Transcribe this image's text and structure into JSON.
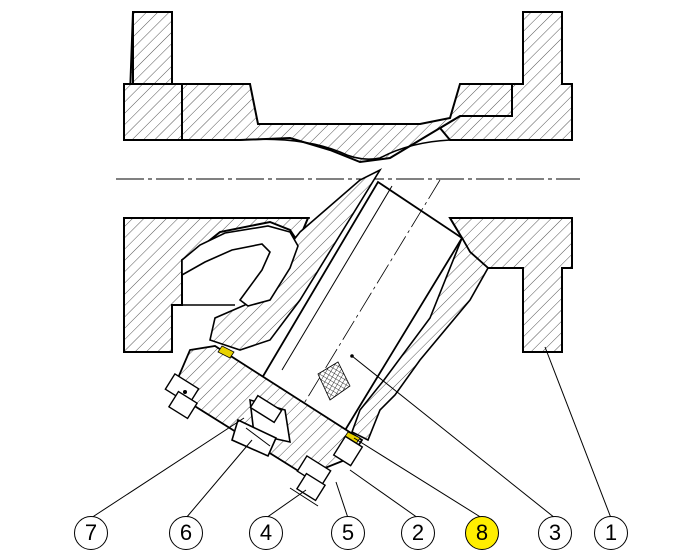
{
  "figure": {
    "part_labels": [
      {
        "id": "7",
        "text": "7",
        "highlighted": false
      },
      {
        "id": "6",
        "text": "6",
        "highlighted": false
      },
      {
        "id": "4",
        "text": "4",
        "highlighted": false
      },
      {
        "id": "5",
        "text": "5",
        "highlighted": false
      },
      {
        "id": "2",
        "text": "2",
        "highlighted": false
      },
      {
        "id": "8",
        "text": "8",
        "highlighted": true
      },
      {
        "id": "3",
        "text": "3",
        "highlighted": false
      },
      {
        "id": "1",
        "text": "1",
        "highlighted": false
      }
    ],
    "colors": {
      "line": "#000000",
      "hatch": "#555555",
      "highlight": "#ffee00",
      "gasket": "#e8d200",
      "background": "#ffffff"
    }
  }
}
